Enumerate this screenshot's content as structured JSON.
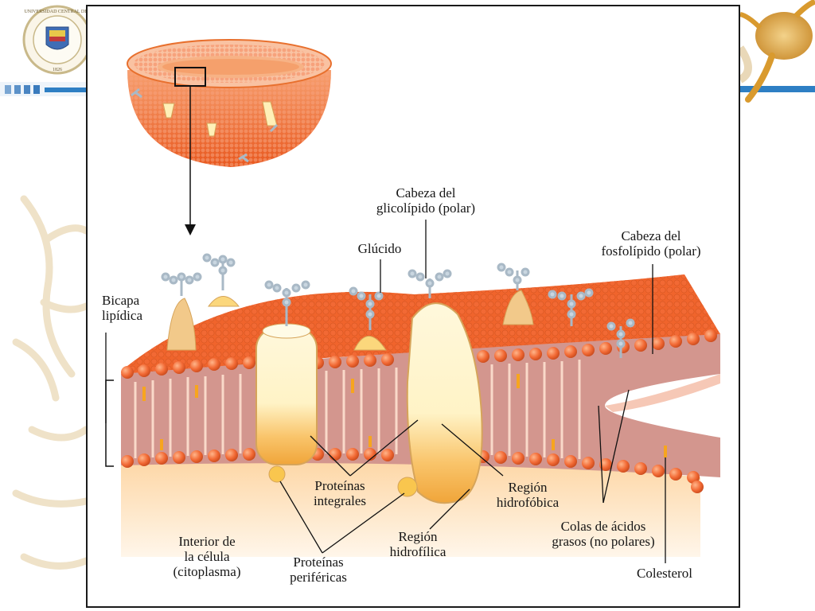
{
  "slide": {
    "logo_text": "UNIVERSIDAD CENTRAL DEL",
    "logo_year": "1826"
  },
  "labels": {
    "glycolipid_head": [
      "Cabeza del",
      "glicolípido (polar)"
    ],
    "carbohydrate": [
      "Glúcido"
    ],
    "phospholipid_head": [
      "Cabeza del",
      "fosfolípido (polar)"
    ],
    "lipid_bilayer": [
      "Bicapa",
      "lipídica"
    ],
    "integral_proteins": [
      "Proteínas",
      "integrales"
    ],
    "hydrophobic_region": [
      "Región",
      "hidrofóbica"
    ],
    "cell_interior": [
      "Interior de",
      "la célula",
      "(citoplasma)"
    ],
    "peripheral_proteins": [
      "Proteínas",
      "periféricas"
    ],
    "hydrophilic_region": [
      "Región",
      "hidrofílica"
    ],
    "fatty_acid_tails": [
      "Colas de ácidos",
      "grasos (no polares)"
    ],
    "cholesterol": [
      "Colesterol"
    ]
  },
  "colors": {
    "membrane_surface": "#f0642c",
    "lipid_head": "#f26a35",
    "tail_band": "#d3968e",
    "protein": "#fff3c6",
    "protein_edge": "#d6a45a",
    "glycan": "#a9b9c6",
    "cytoplasm": "#fde2bd",
    "accent_bar": "#2e7fc4"
  }
}
